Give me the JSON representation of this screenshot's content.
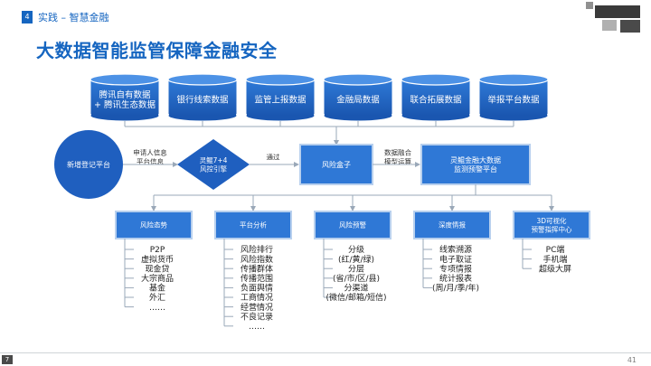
{
  "header": {
    "page_badge": "4",
    "section": "实践 – 智慧金融",
    "title": "大数据智能监管保障金融安全"
  },
  "footer": {
    "page_number": "41"
  },
  "diagram": {
    "sources": [
      [
        "腾讯自有数据",
        "+ 腾讯生态数据"
      ],
      [
        "银行线索数据"
      ],
      [
        "监管上报数据"
      ],
      [
        "金融局数据"
      ],
      [
        "联合拓展数据"
      ],
      [
        "举报平台数据"
      ]
    ],
    "platform": "新增登记平台",
    "apply_label": [
      "申请人信息",
      "平台信息"
    ],
    "decision": [
      "灵鲲7+4",
      "风控引擎"
    ],
    "pass_label": "通过",
    "risk_box": "风险盒子",
    "fusion_label": [
      "数据融合",
      "模型运算"
    ],
    "monitor": [
      "灵鲲金融大数据",
      "监测预警平台"
    ],
    "modules": [
      {
        "title": [
          "风险态势"
        ],
        "items": [
          "P2P",
          "虚拟货币",
          "现金贷",
          "大宗商品",
          "基金",
          "外汇",
          "……"
        ]
      },
      {
        "title": [
          "平台分析"
        ],
        "items": [
          "风险排行",
          "风险指数",
          "传播群体",
          "传播范围",
          "负面舆情",
          "工商情况",
          "经营情况",
          "不良记录",
          "……"
        ]
      },
      {
        "title": [
          "风险预警"
        ],
        "items": [
          "分级",
          "(红/黄/绿)",
          "分层",
          "(省/市/区/县)",
          "分渠道",
          "(微信/邮箱/短信)"
        ]
      },
      {
        "title": [
          "深度情报"
        ],
        "items": [
          "线索溯源",
          "电子取证",
          "专项情报",
          "统计报表",
          "(周/月/季/年)"
        ]
      },
      {
        "title": [
          "3D可视化",
          "预警指挥中心"
        ],
        "items": [
          "PC端",
          "手机端",
          "超级大屏"
        ]
      }
    ]
  },
  "colors": {
    "brand": "#1565c0",
    "box_dark": "#1f5fbf",
    "box_light": "#2f78d6",
    "border": "#b8d0ee",
    "line": "#9aa8b8"
  }
}
